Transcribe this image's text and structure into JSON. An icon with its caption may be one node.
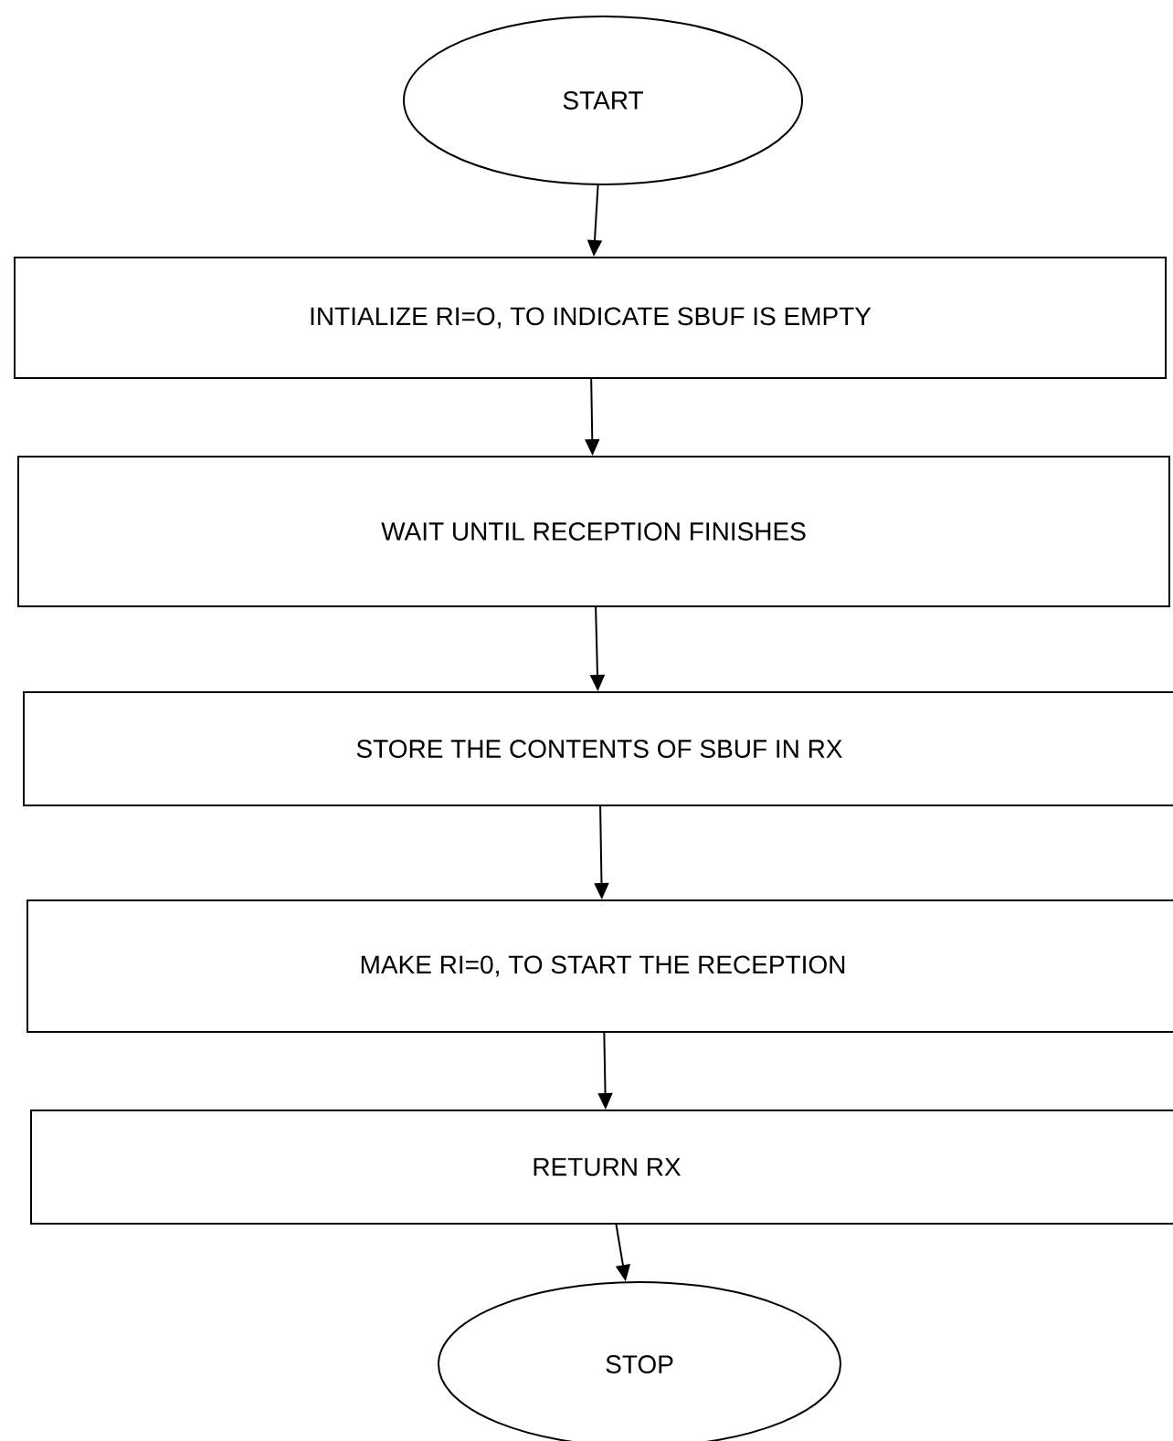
{
  "diagram": {
    "nodes": [
      {
        "text": [
          "START"
        ]
      },
      {
        "text": [
          "INTIALIZE RI=O, TO INDICATE SBUF IS EMPTY"
        ]
      },
      {
        "text": [
          "WAIT UNTIL RECEPTION FINISHES"
        ]
      },
      {
        "text": [
          "STORE THE CONTENTS OF SBUF IN RX"
        ]
      },
      {
        "text": [
          "MAKE RI=0, TO START THE RECEPTION"
        ]
      },
      {
        "text": [
          "RETURN RX"
        ]
      },
      {
        "text": [
          "STOP"
        ]
      }
    ],
    "edges": [
      {
        "from": 0,
        "to": 1,
        "arrow": "to"
      },
      {
        "from": 1,
        "to": 2,
        "arrow": "to"
      },
      {
        "from": 2,
        "to": 3,
        "arrow": "to"
      },
      {
        "from": 3,
        "to": 4,
        "arrow": "to"
      },
      {
        "from": 4,
        "to": 5,
        "arrow": "to"
      },
      {
        "from": 5,
        "to": 6,
        "arrow": "to"
      }
    ]
  }
}
